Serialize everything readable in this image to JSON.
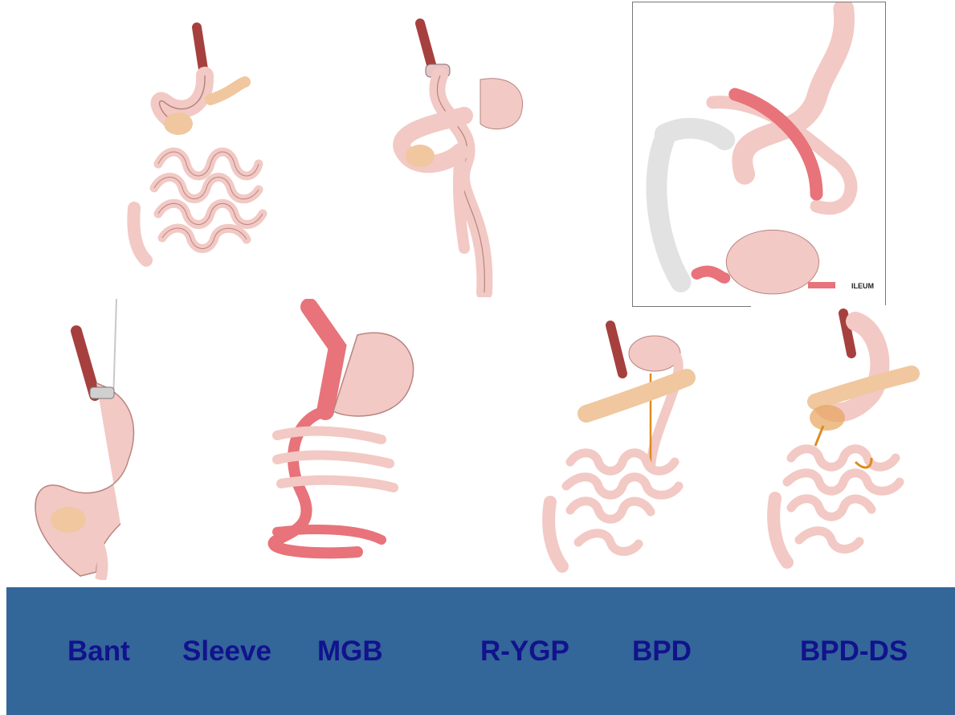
{
  "labels": {
    "bant": "Bant",
    "sleeve": "Sleeve",
    "mgb": "MGB",
    "rygp": "R-YGP",
    "bpd": "BPD",
    "bpdds": "BPD-DS"
  },
  "legend": {
    "ileum": "ILEUM"
  },
  "colors": {
    "bar": "#336699",
    "label_text": "#12128e",
    "tissue": "#f2c9c4",
    "tissue_outline": "#b88480",
    "esophagus": "#b0504e",
    "pancreas": "#f0c79f",
    "ileum_highlight": "#e8737a",
    "colon": "#e2e2e2",
    "bile_flow": "#e08a1e"
  }
}
